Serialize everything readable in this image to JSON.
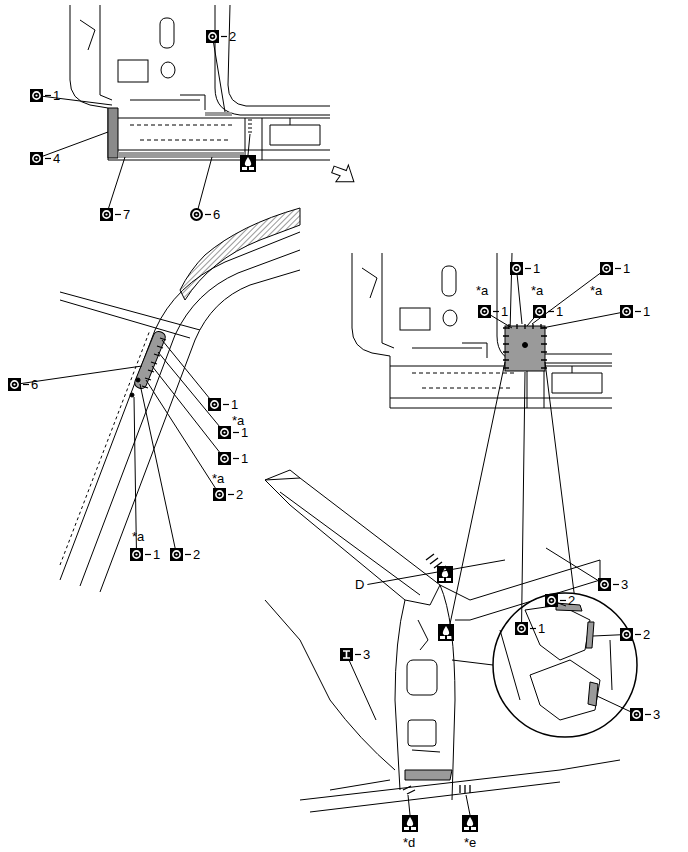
{
  "diagram": {
    "labels": [
      "1",
      "2",
      "4",
      "7",
      "6",
      "*a",
      "1",
      "*a",
      "1",
      "*a",
      "1",
      "1",
      "1",
      "D",
      "3",
      "1",
      "6",
      "1",
      "*a",
      "1",
      "1",
      "*a",
      "2",
      "*a",
      "1",
      "2",
      "2",
      "2",
      "3",
      "3",
      "*d",
      "*e"
    ]
  }
}
